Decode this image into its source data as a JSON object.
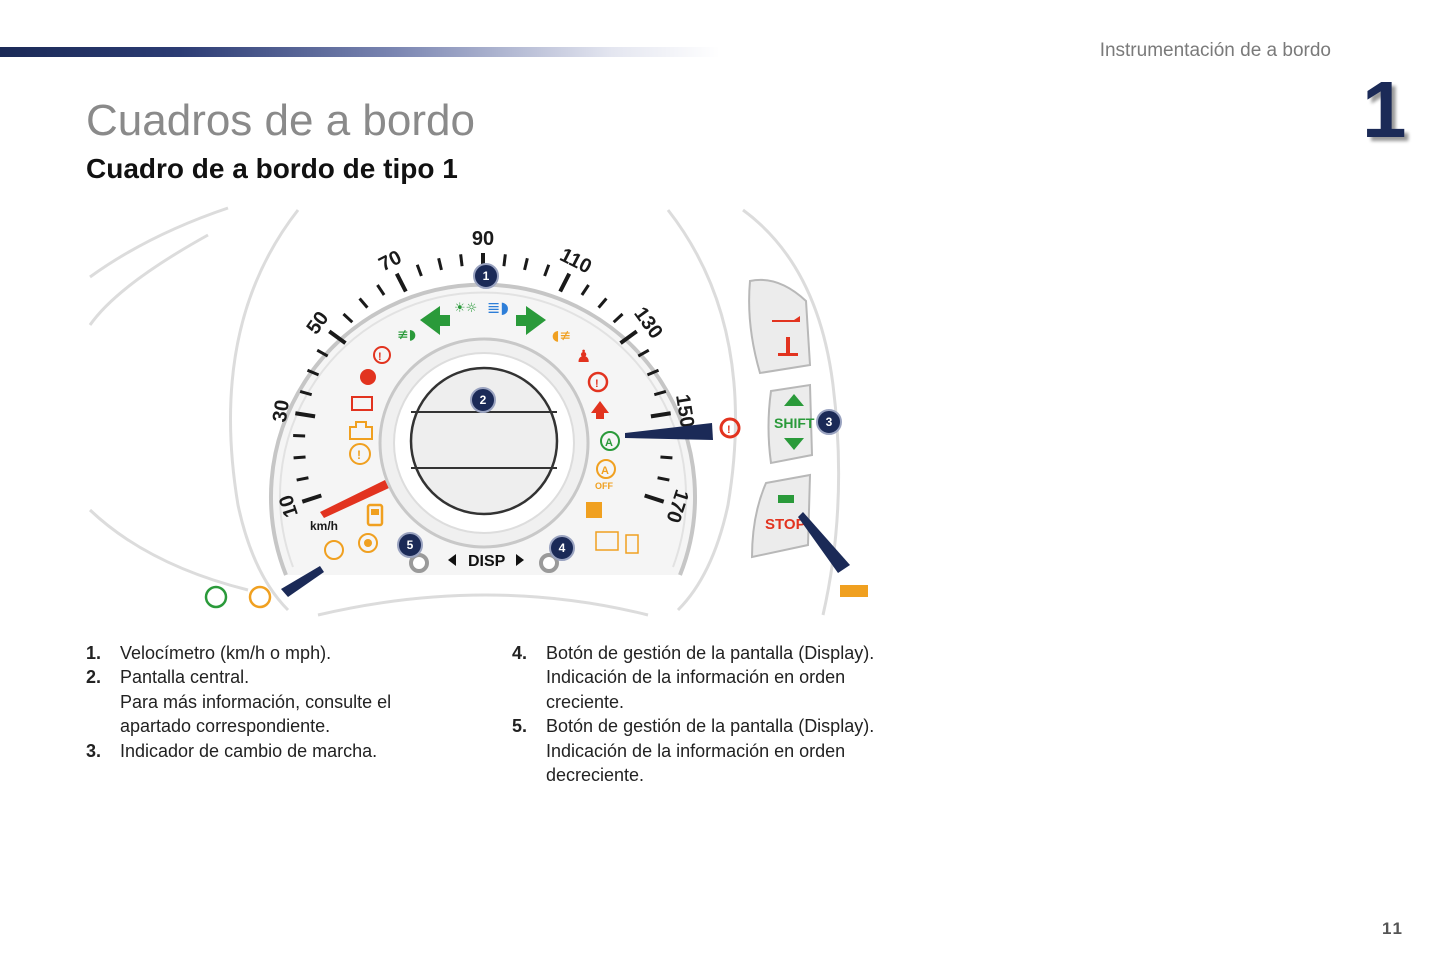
{
  "header": {
    "section_title": "Instrumentación de a bordo",
    "chapter_number": "1"
  },
  "title": "Cuadros de a bordo",
  "subtitle": "Cuadro de a bordo de tipo 1",
  "figure": {
    "speed_labels": [
      "10",
      "30",
      "50",
      "70",
      "90",
      "110",
      "130",
      "150",
      "170"
    ],
    "unit_label": "km/h",
    "disp_label": "DISP",
    "shift_label": "SHIFT",
    "stop_label": "STOP",
    "callouts": [
      "1",
      "2",
      "3",
      "4",
      "5"
    ],
    "colors": {
      "navy": "#1b2a57",
      "warning_red": "#e2331f",
      "warning_orange": "#f0a020",
      "indicator_green": "#2a9a3a",
      "indicator_blue": "#2d7ed8"
    },
    "icons": [
      "oil-pressure-icon",
      "coolant-temperature-icon",
      "airbag-icon",
      "seatbelt-icon",
      "battery-icon",
      "engine-icon",
      "tyre-pressure-icon",
      "fuel-icon",
      "brake-icon",
      "door-open-icon",
      "start-stop-icon",
      "esp-off-icon",
      "indicator-arrow-left-icon",
      "indicator-arrow-right-icon",
      "high-beam-icon",
      "side-lights-icon",
      "front-fog-icon",
      "rear-fog-icon",
      "cruise-control-icon",
      "speed-limiter-icon",
      "service-icon"
    ]
  },
  "legend": {
    "left": [
      {
        "num": "1.",
        "lines": [
          "Velocímetro (km/h o mph)."
        ]
      },
      {
        "num": "2.",
        "lines": [
          "Pantalla central.",
          "Para más información, consulte el",
          "apartado correspondiente."
        ]
      },
      {
        "num": "3.",
        "lines": [
          "Indicador de cambio de marcha."
        ]
      }
    ],
    "right": [
      {
        "num": "4.",
        "lines": [
          "Botón de gestión de la pantalla (Display).",
          "Indicación de la información en orden",
          "creciente."
        ]
      },
      {
        "num": "5.",
        "lines": [
          "Botón de gestión de la pantalla (Display).",
          "Indicación de la información en orden",
          "decreciente."
        ]
      }
    ]
  },
  "page_number": "11"
}
